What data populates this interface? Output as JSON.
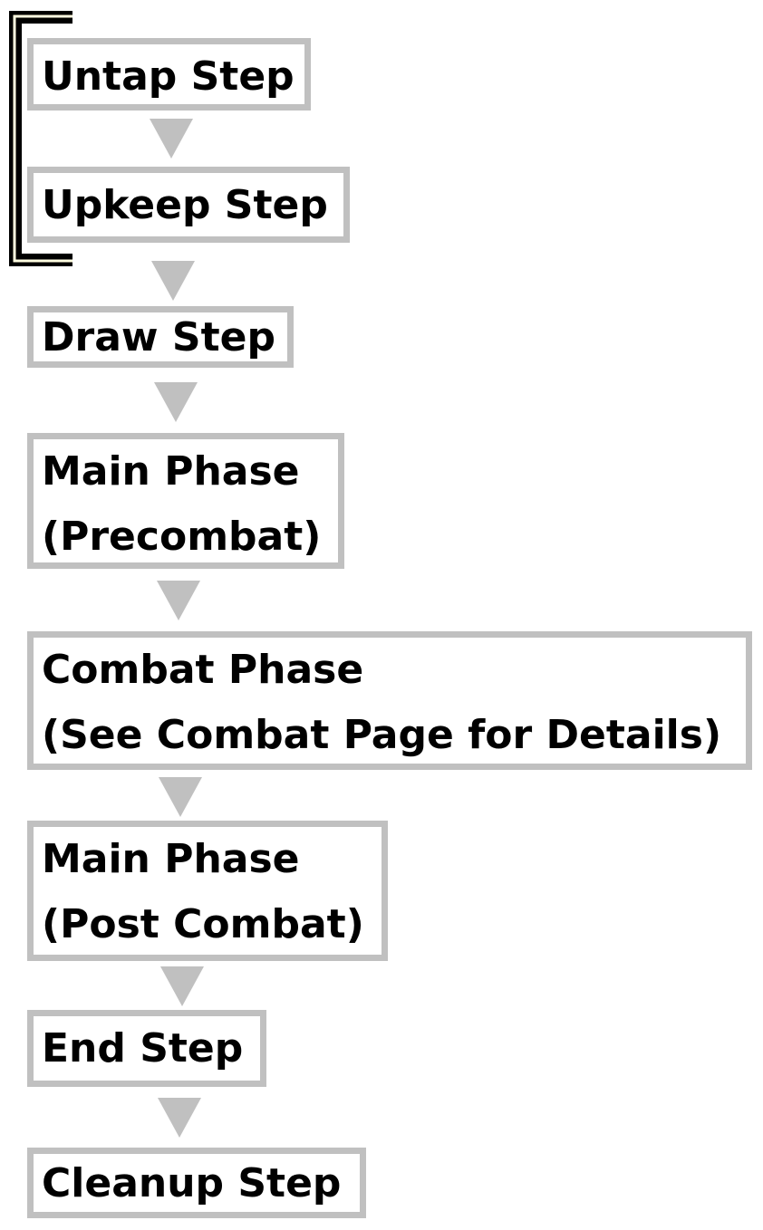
{
  "steps": [
    {
      "lines": [
        "Untap Step"
      ]
    },
    {
      "lines": [
        "Upkeep Step"
      ]
    },
    {
      "lines": [
        "Draw Step"
      ]
    },
    {
      "lines": [
        "Main Phase",
        "(Precombat)"
      ]
    },
    {
      "lines": [
        "Combat Phase",
        "(See Combat Page for Details)"
      ]
    },
    {
      "lines": [
        "Main Phase",
        "(Post Combat)"
      ]
    },
    {
      "lines": [
        "End Step"
      ]
    },
    {
      "lines": [
        "Cleanup Step"
      ]
    }
  ],
  "colors": {
    "box_border": "#c0c0c0",
    "arrow": "#c0c0c0",
    "bracket_outer": "#000000",
    "bracket_inner": "#fffde0",
    "text": "#000000"
  }
}
